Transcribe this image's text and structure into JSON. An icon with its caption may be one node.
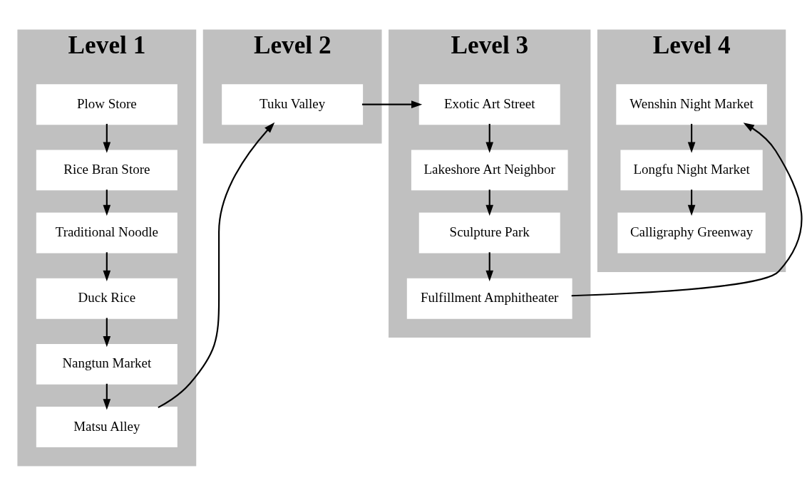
{
  "diagram": {
    "nodes": [
      {
        "text": [
          "Level 1"
        ]
      },
      {
        "text": [
          "Plow Store"
        ],
        "in": 0
      },
      {
        "text": [
          "Rice Bran Store"
        ],
        "in": 0
      },
      {
        "text": [
          "Traditional Noodle"
        ],
        "in": 0
      },
      {
        "text": [
          "Duck Rice"
        ],
        "in": 0
      },
      {
        "text": [
          "Nangtun Market"
        ],
        "in": 0
      },
      {
        "text": [
          "Matsu Alley"
        ],
        "in": 0
      },
      {
        "text": [
          "Level 2"
        ]
      },
      {
        "text": [
          "Tuku Valley"
        ],
        "in": 7
      },
      {
        "text": [
          "Level 3"
        ]
      },
      {
        "text": [
          "Exotic Art Street"
        ],
        "in": 9
      },
      {
        "text": [
          "Lakeshore Art Neighbor"
        ],
        "in": 9
      },
      {
        "text": [
          "Sculpture Park"
        ],
        "in": 9
      },
      {
        "text": [
          "Fulfillment Amphitheater"
        ],
        "in": 9
      },
      {
        "text": [
          "Level 4"
        ]
      },
      {
        "text": [
          "Wenshin Night Market"
        ],
        "in": 14
      },
      {
        "text": [
          "Longfu Night Market"
        ],
        "in": 14
      },
      {
        "text": [
          "Calligraphy Greenway"
        ],
        "in": 14
      }
    ],
    "edges": [
      {
        "from": 1,
        "to": 2,
        "arrow": "to"
      },
      {
        "from": 2,
        "to": 3,
        "arrow": "to"
      },
      {
        "from": 3,
        "to": 4,
        "arrow": "to"
      },
      {
        "from": 4,
        "to": 5,
        "arrow": "to"
      },
      {
        "from": 5,
        "to": 6,
        "arrow": "to"
      },
      {
        "from": 6,
        "to": 8,
        "arrow": "to"
      },
      {
        "from": 8,
        "to": 10,
        "arrow": "to"
      },
      {
        "from": 10,
        "to": 11,
        "arrow": "to"
      },
      {
        "from": 11,
        "to": 12,
        "arrow": "to"
      },
      {
        "from": 12,
        "to": 13,
        "arrow": "to"
      },
      {
        "from": 13,
        "to": 15,
        "arrow": "to"
      },
      {
        "from": 15,
        "to": 16,
        "arrow": "to"
      },
      {
        "from": 16,
        "to": 17,
        "arrow": "to"
      }
    ]
  }
}
